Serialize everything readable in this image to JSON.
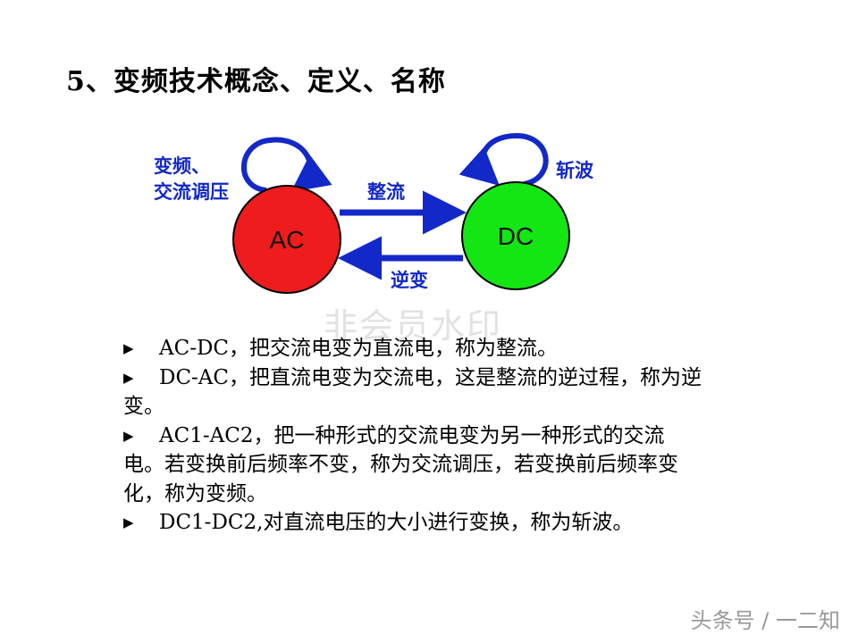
{
  "title": "5、变频技术概念、定义、名称",
  "diagram": {
    "nodes": [
      {
        "id": "ac",
        "label": "AC",
        "color": "#ee1c1c"
      },
      {
        "id": "dc",
        "label": "DC",
        "color": "#14e614"
      }
    ],
    "edges": [
      {
        "from": "ac",
        "to": "dc",
        "label": "整流"
      },
      {
        "from": "dc",
        "to": "ac",
        "label": "逆变"
      },
      {
        "from": "ac",
        "to": "ac",
        "label_line1": "变频、",
        "label_line2": "交流调压"
      },
      {
        "from": "dc",
        "to": "dc",
        "label": "斩波"
      }
    ],
    "arrow_color": "#1228c8"
  },
  "watermark": "非会员水印",
  "bullet_marker": "▶",
  "bullets": [
    {
      "text": "AC-DC，把交流电变为直流电，称为整流。"
    },
    {
      "text": "DC-AC，把直流电变为交流电，这是整流的逆过程，称为逆变。"
    },
    {
      "text": "AC1-AC2，把一种形式的交流电变为另一种形式的交流电。若变换前后频率不变，称为交流调压，若变换前后频率变化，称为变频。"
    },
    {
      "text": "DC1-DC2,对直流电压的大小进行变换，称为斩波。"
    }
  ],
  "footer": "头条号 / 一二知"
}
